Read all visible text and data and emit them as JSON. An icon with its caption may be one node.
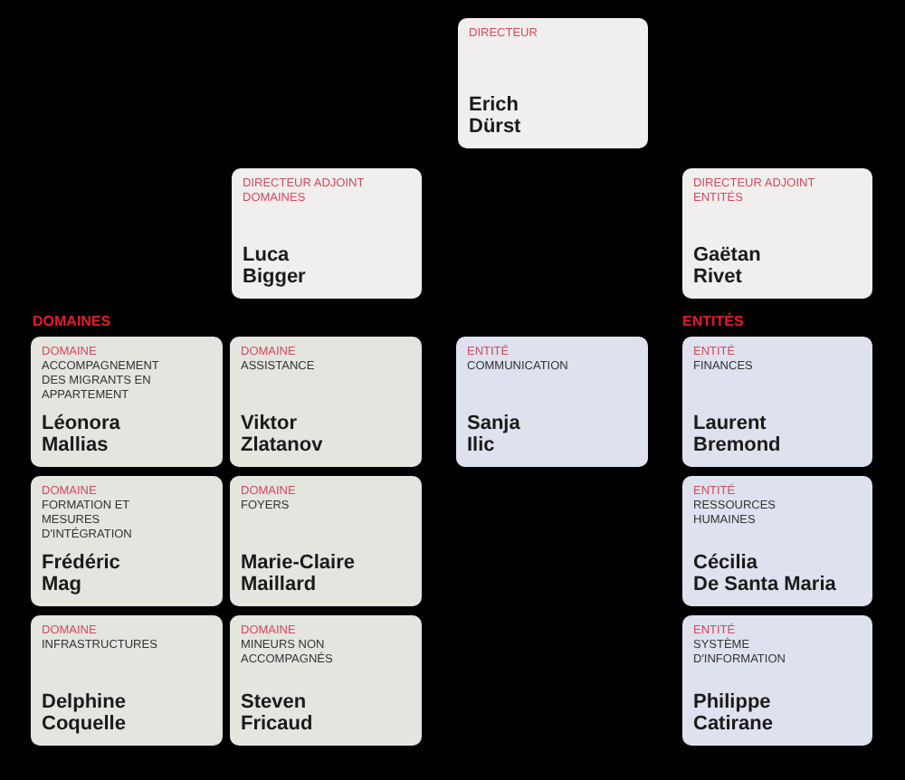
{
  "diagram": {
    "nodes": [
      {
        "text": [
          "DIRECTEUR",
          "Erich Dürst"
        ]
      },
      {
        "text": [
          "DIRECTEUR ADJOINT DOMAINES",
          "Luca Bigger"
        ]
      },
      {
        "text": [
          "DIRECTEUR ADJOINT ENTITÉS",
          "Gaëtan Rivet"
        ]
      },
      {
        "text": [
          "DOMAINE",
          "ACCOMPAGNEMENT DES MIGRANTS EN APPARTEMENT",
          "Léonora Mallias"
        ]
      },
      {
        "text": [
          "DOMAINE",
          "ASSISTANCE",
          "Viktor Zlatanov"
        ]
      },
      {
        "text": [
          "ENTITÉ",
          "COMMUNICATION",
          "Sanja Ilic"
        ]
      },
      {
        "text": [
          "ENTITÉ",
          "FINANCES",
          "Laurent Bremond"
        ]
      },
      {
        "text": [
          "DOMAINE",
          "FORMATION ET MESURES D'INTÉGRATION",
          "Frédéric Mag"
        ]
      },
      {
        "text": [
          "DOMAINE",
          "FOYERS",
          "Marie-Claire Maillard"
        ]
      },
      {
        "text": [
          "ENTITÉ",
          "RESSOURCES HUMAINES",
          "Cécilia De Santa Maria"
        ]
      },
      {
        "text": [
          "DOMAINE",
          "INFRASTRUCTURES",
          "Delphine Coquelle"
        ]
      },
      {
        "text": [
          "DOMAINE",
          "MINEURS NON ACCOMPAGNÉS",
          "Steven Fricaud"
        ]
      },
      {
        "text": [
          "ENTITÉ",
          "SYSTÈME D'INFORMATION",
          "Philippe Catirane"
        ]
      }
    ],
    "edges": [],
    "labels": [
      "DOMAINES",
      "ENTITÉS"
    ]
  }
}
